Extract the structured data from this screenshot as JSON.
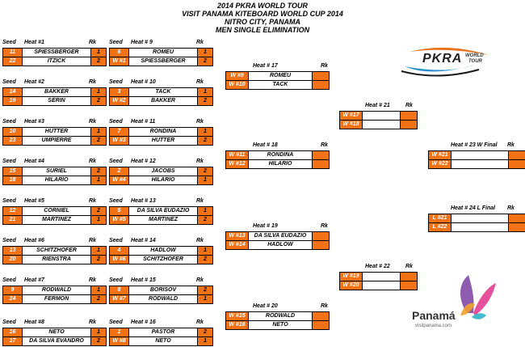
{
  "title": [
    "2014 PKRA WORLD TOUR",
    "VISIT PANAMA KITEBOARD WORLD CUP 2014",
    "NITRO CITY, PANAMA",
    "MEN SINGLE ELIMINATION"
  ],
  "labels": {
    "seed": "Seed",
    "rk": "Rk"
  },
  "colors": {
    "accent": "#f47216"
  },
  "round1": [
    {
      "heat": "Heat #1",
      "rows": [
        [
          "11",
          "SPIESSBERGER",
          "1"
        ],
        [
          "22",
          "ITZICK",
          "2"
        ]
      ]
    },
    {
      "heat": "Heat #2",
      "rows": [
        [
          "14",
          "BAKKER",
          "1"
        ],
        [
          "19",
          "SERIN",
          "2"
        ]
      ]
    },
    {
      "heat": "Heat #3",
      "rows": [
        [
          "10",
          "HUTTER",
          "1"
        ],
        [
          "23",
          "UMPIERRE",
          "2"
        ]
      ]
    },
    {
      "heat": "Heat #4",
      "rows": [
        [
          "15",
          "SURIEL",
          "2"
        ],
        [
          "18",
          "HILARIO",
          "1"
        ]
      ]
    },
    {
      "heat": "Heat #5",
      "rows": [
        [
          "12",
          "CORNIEL",
          "2"
        ],
        [
          "21",
          "MARTINEZ",
          "1"
        ]
      ]
    },
    {
      "heat": "Heat #6",
      "rows": [
        [
          "13",
          "SCHITZHOFER",
          "1"
        ],
        [
          "20",
          "RIENSTRA",
          "2"
        ]
      ]
    },
    {
      "heat": "Heat #7",
      "rows": [
        [
          "9",
          "RODWALD",
          "1"
        ],
        [
          "24",
          "FERMON",
          "2"
        ]
      ]
    },
    {
      "heat": "Heat #8",
      "rows": [
        [
          "16",
          "NETO",
          "1"
        ],
        [
          "17",
          "DA SILVA EVANDRO",
          "2"
        ]
      ]
    }
  ],
  "round2": [
    {
      "heat": "Heat # 9",
      "rows": [
        [
          "6",
          "ROMEU",
          "1"
        ],
        [
          "W #1",
          "SPIESSBERGER",
          "2"
        ]
      ]
    },
    {
      "heat": "Heat # 10",
      "rows": [
        [
          "3",
          "TACK",
          "1"
        ],
        [
          "W #2",
          "BAKKER",
          "2"
        ]
      ]
    },
    {
      "heat": "Heat # 11",
      "rows": [
        [
          "7",
          "RONDINA",
          "1"
        ],
        [
          "W #3",
          "HUTTER",
          "2"
        ]
      ]
    },
    {
      "heat": "Heat # 12",
      "rows": [
        [
          "2",
          "JACOBS",
          "2"
        ],
        [
          "W #4",
          "HILARIO",
          "1"
        ]
      ]
    },
    {
      "heat": "Heat # 13",
      "rows": [
        [
          "5",
          "DA SILVA EUDAZIO",
          "1"
        ],
        [
          "W #5",
          "MARTINEZ",
          "2"
        ]
      ]
    },
    {
      "heat": "Heat # 14",
      "rows": [
        [
          "4",
          "HADLOW",
          "1"
        ],
        [
          "W #6",
          "SCHITZHOFER",
          "2"
        ]
      ]
    },
    {
      "heat": "Heat # 15",
      "rows": [
        [
          "8",
          "BORISOV",
          "2"
        ],
        [
          "W #7",
          "RODWALD",
          "1"
        ]
      ]
    },
    {
      "heat": "Heat # 16",
      "rows": [
        [
          "1",
          "PASTOR",
          "2"
        ],
        [
          "W #8",
          "NETO",
          "1"
        ]
      ]
    }
  ],
  "round3": [
    {
      "heat": "Heat # 17",
      "rows": [
        [
          "W #9",
          "ROMEU",
          ""
        ],
        [
          "W #10",
          "TACK",
          ""
        ]
      ]
    },
    {
      "heat": "Heat # 18",
      "rows": [
        [
          "W #11",
          "RONDINA",
          ""
        ],
        [
          "W #12",
          "HILARIO",
          ""
        ]
      ]
    },
    {
      "heat": "Heat # 19",
      "rows": [
        [
          "W #13",
          "DA SILVA EUDAZIO",
          ""
        ],
        [
          "W #14",
          "HADLOW",
          ""
        ]
      ]
    },
    {
      "heat": "Heat # 20",
      "rows": [
        [
          "W #15",
          "RODWALD",
          ""
        ],
        [
          "W #16",
          "NETO",
          ""
        ]
      ]
    }
  ],
  "round4": [
    {
      "heat": "Heat # 21",
      "rows": [
        [
          "W #17",
          "",
          ""
        ],
        [
          "W #18",
          "",
          ""
        ]
      ]
    },
    {
      "heat": "Heat # 22",
      "rows": [
        [
          "W #19",
          "",
          ""
        ],
        [
          "W #20",
          "",
          ""
        ]
      ]
    }
  ],
  "finals": [
    {
      "heat": "Heat # 23 W Final",
      "rows": [
        [
          "W #21",
          "",
          ""
        ],
        [
          "W #22",
          "",
          ""
        ]
      ]
    },
    {
      "heat": "Heat # 24 L Final",
      "rows": [
        [
          "L #21",
          "",
          ""
        ],
        [
          "L #22",
          "",
          ""
        ]
      ]
    }
  ],
  "logos": {
    "pkra_mark": "PKRA",
    "pkra_sub1": "WORLD",
    "pkra_sub2": "TOUR",
    "panama_word": "Panamá",
    "panama_url": "visitpanama.com"
  }
}
